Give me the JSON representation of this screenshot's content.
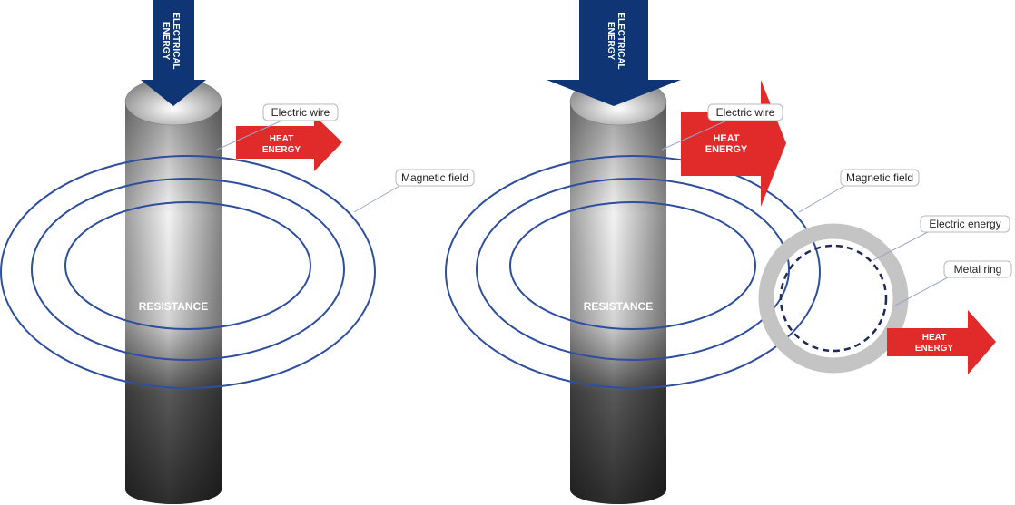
{
  "colors": {
    "field_line": "#2e4f9e",
    "energy_arrow": "#0f3574",
    "heat_arrow": "#e12a2a",
    "ring": "#c4c4c4",
    "ring_dash": "#1f2a5a"
  },
  "left_panel": {
    "energy_label": "ELECTRICAL ENERGY",
    "heat_label": "HEAT ENERGY",
    "resistance_label": "RESISTANCE",
    "wire_label": "Electric wire",
    "field_label": "Magnetic field"
  },
  "right_panel": {
    "energy_label": "ELECTRICAL ENERGY",
    "heat_label": "HEAT ENERGY",
    "resistance_label": "RESISTANCE",
    "wire_label": "Electric wire",
    "field_label": "Magnetic field",
    "electric_energy_label": "Electric energy",
    "metal_ring_label": "Metal ring",
    "ring_heat_label": "HEAT ENERGY"
  }
}
